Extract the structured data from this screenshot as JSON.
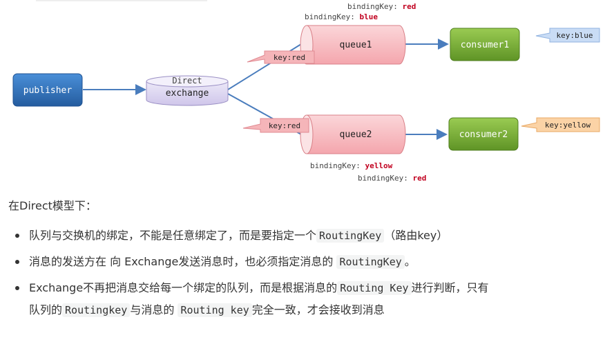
{
  "diagram": {
    "publisher": "publisher",
    "exchange_type": "Direct",
    "exchange": "exchange",
    "queue1": "queue1",
    "queue2": "queue2",
    "consumer1": "consumer1",
    "consumer2": "consumer2",
    "route1_label": "key:red",
    "route2_label": "key:red",
    "consumer1_key": "key:blue",
    "consumer2_key": "key:yellow",
    "q1_binding_prefix_1": "bindingKey:",
    "q1_binding_value_1": "red",
    "q1_binding_prefix_2": "bindingKey:",
    "q1_binding_value_2": "blue",
    "q2_binding_prefix_1": "bindingKey:",
    "q2_binding_value_1": "yellow",
    "q2_binding_prefix_2": "bindingKey:",
    "q2_binding_value_2": "red",
    "colors": {
      "publisher": "#2e6fb5",
      "exchange": "#d9d2ef",
      "queue": "#f7b6bc",
      "consumer": "#7db23a",
      "blue_label": "#c9dcf5",
      "yellow_label": "#fbd3a6",
      "red_label": "#f5b5b9",
      "arrow": "#4a7dbd",
      "binding_value": "#c1001f"
    }
  },
  "text": {
    "intro": "在Direct模型下：",
    "b1_pre": "队列与交换机的绑定，不能是任意绑定了，而是要指定一个",
    "b1_code": "RoutingKey",
    "b1_post": "（路由key）",
    "b2_pre": "消息的发送方在 向 Exchange发送消息时，也必须指定消息的",
    "b2_code": "RoutingKey",
    "b2_post": "。",
    "b3_pre": "Exchange不再把消息交给每一个绑定的队列，而是根据消息的",
    "b3_code1": "Routing Key",
    "b3_mid1": "进行判断，只有",
    "b3_mid2": "队列的",
    "b3_code2": "Routingkey",
    "b3_mid3": "与消息的",
    "b3_code3": "Routing key",
    "b3_post": "完全一致，才会接收到消息"
  }
}
